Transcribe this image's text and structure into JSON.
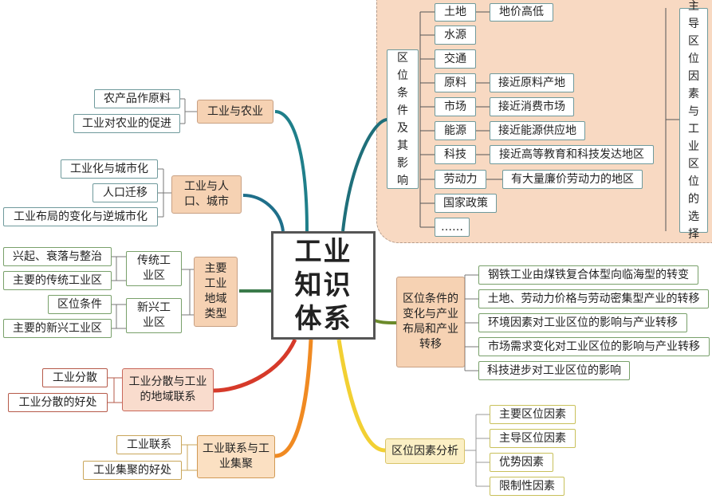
{
  "center": {
    "lines": [
      "工业",
      "知识",
      "体系"
    ]
  },
  "region": {
    "label": "区位条件及其影响",
    "side_label": "主导区位因素与工业区位的选择",
    "factors": [
      {
        "name": "土地",
        "effect": "地价高低"
      },
      {
        "name": "水源",
        "effect": ""
      },
      {
        "name": "交通",
        "effect": ""
      },
      {
        "name": "原料",
        "effect": "接近原料产地"
      },
      {
        "name": "市场",
        "effect": "接近消费市场"
      },
      {
        "name": "能源",
        "effect": "接近能源供应地"
      },
      {
        "name": "科技",
        "effect": "接近高等教育和科技发达地区"
      },
      {
        "name": "劳动力",
        "effect": "有大量廉价劳动力的地区"
      },
      {
        "name": "国家政策",
        "effect": ""
      },
      {
        "name": "……",
        "effect": ""
      }
    ]
  },
  "change": {
    "label": "区位条件的变化与产业布局和产业转移",
    "items": [
      "钢铁工业由煤铁复合体型向临海型的转变",
      "土地、劳动力价格与劳动密集型产业的转移",
      "环境因素对工业区位的影响与产业转移",
      "市场需求变化对工业区位的影响与产业转移",
      "科技进步对工业区位的影响"
    ]
  },
  "analysis": {
    "label": "区位因素分析",
    "items": [
      "主要区位因素",
      "主导区位因素",
      "优势因素",
      "限制性因素"
    ]
  },
  "agriculture": {
    "label": "工业与农业",
    "items": [
      "农产品作原料",
      "工业对农业的促进"
    ]
  },
  "city": {
    "label": "工业与人口、城市",
    "items": [
      "工业化与城市化",
      "人口迁移",
      "工业布局的变化与逆城市化"
    ]
  },
  "regions": {
    "label": "主要工业地域类型",
    "traditional": {
      "label": "传统工业区",
      "items": [
        "兴起、衰落与整治",
        "主要的传统工业区"
      ]
    },
    "emerging": {
      "label": "新兴工业区",
      "items": [
        "区位条件",
        "主要的新兴工业区"
      ]
    }
  },
  "dispersal": {
    "label": "工业分散与工业的地域联系",
    "items": [
      "工业分散",
      "工业分散的好处"
    ]
  },
  "cluster": {
    "label": "工业联系与工业集聚",
    "items": [
      "工业联系",
      "工业集聚的好处"
    ]
  }
}
